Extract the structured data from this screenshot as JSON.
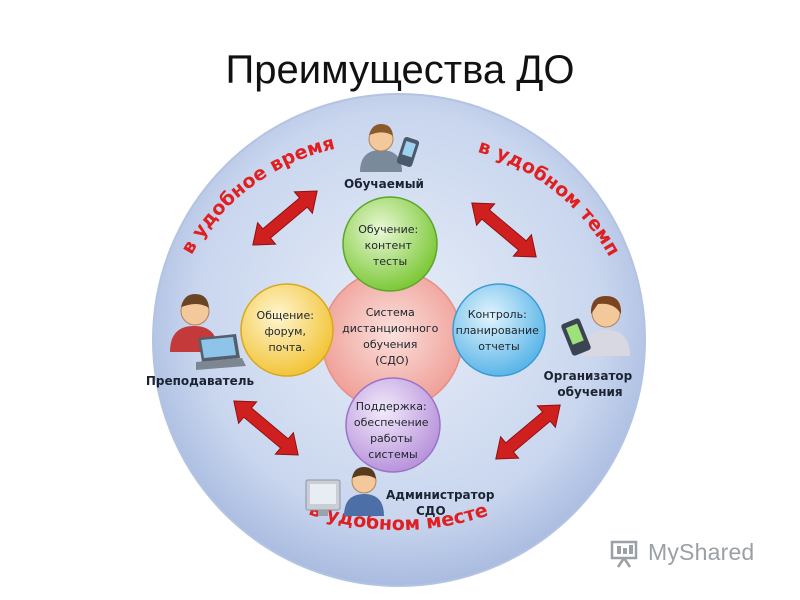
{
  "slide": {
    "title": "Преимущества ДО"
  },
  "diagram": {
    "arc_labels": {
      "left": "в удобное время",
      "right": "в удобном темпе",
      "bottom": "в удобном месте"
    },
    "roles": {
      "top": "Обучаемый",
      "left": "Преподаватель",
      "right_line1": "Организатор",
      "right_line2": "обучения",
      "bottom_line1": "Администратор",
      "bottom_line2": "СДО"
    },
    "center": {
      "line1": "Система",
      "line2": "дистанционного",
      "line3": "обучения",
      "line4": "(СДО)"
    },
    "nodes": {
      "top": {
        "line1": "Обучение:",
        "line2": "контент",
        "line3": "тесты"
      },
      "left": {
        "line1": "Общение:",
        "line2": "форум,",
        "line3": "почта."
      },
      "right": {
        "line1": "Контроль:",
        "line2": "планирование",
        "line3": "отчеты"
      },
      "bottom": {
        "line1": "Поддержка:",
        "line2": "обеспечение",
        "line3": "работы",
        "line4": "системы"
      }
    },
    "colors": {
      "big_circle": "#c9d6ee",
      "ring_edge": "#b3c3e2",
      "center_fill": "#f2b3ad",
      "top_node": "#8fd448",
      "left_node": "#f7d154",
      "right_node": "#74c3ec",
      "bottom_node": "#c5a8e0",
      "arrow": "#cf1f1f",
      "arc_text": "#e02020"
    }
  },
  "watermark": {
    "text": "MyShared"
  }
}
